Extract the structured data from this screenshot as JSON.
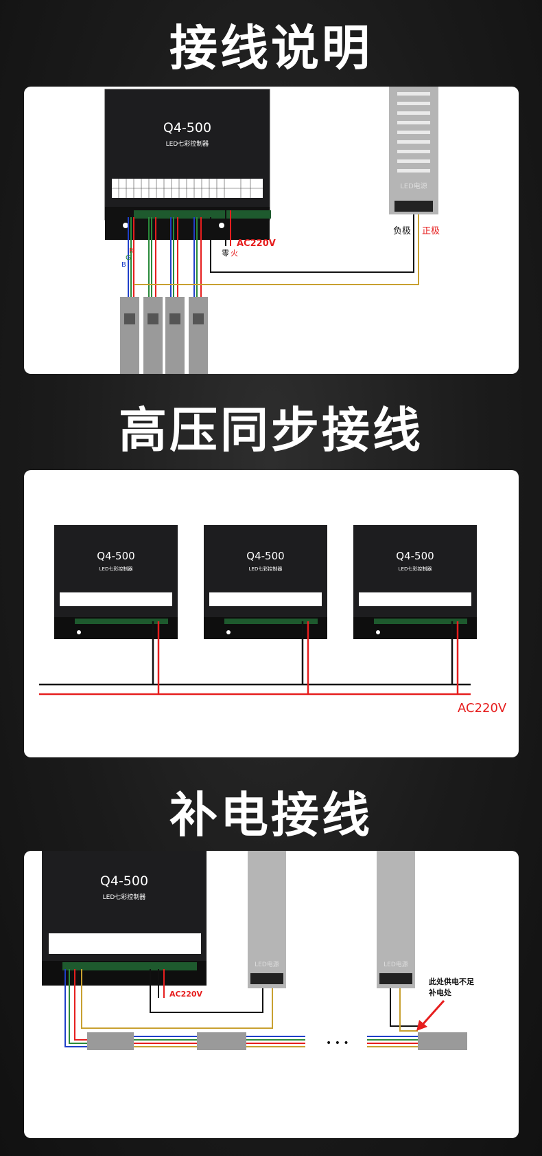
{
  "sections": [
    {
      "title": "接线说明",
      "controller": {
        "model": "Q4-500",
        "subtitle": "LED七彩控制器"
      },
      "power_supply_label": "LED电源",
      "labels": {
        "negative": "负极",
        "positive": "正极",
        "ac": "AC220V",
        "neutral": "零",
        "live": "火",
        "r": "R",
        "g": "G",
        "b": "B"
      }
    },
    {
      "title": "高压同步接线",
      "controller": {
        "model": "Q4-500",
        "subtitle": "LED七彩控制器"
      },
      "labels": {
        "ac": "AC220V"
      }
    },
    {
      "title": "补电接线",
      "controller": {
        "model": "Q4-500",
        "subtitle": "LED七彩控制器"
      },
      "power_supply_label": "LED电源",
      "labels": {
        "ac": "AC220V",
        "dots": "• • •",
        "note_line1": "此处供电不足",
        "note_line2": "补电处"
      }
    }
  ],
  "colors": {
    "red": "#e61e1e",
    "green": "#2a8a3a",
    "blue": "#1f3fc9",
    "yellow": "#c8a030",
    "black": "#111111"
  }
}
